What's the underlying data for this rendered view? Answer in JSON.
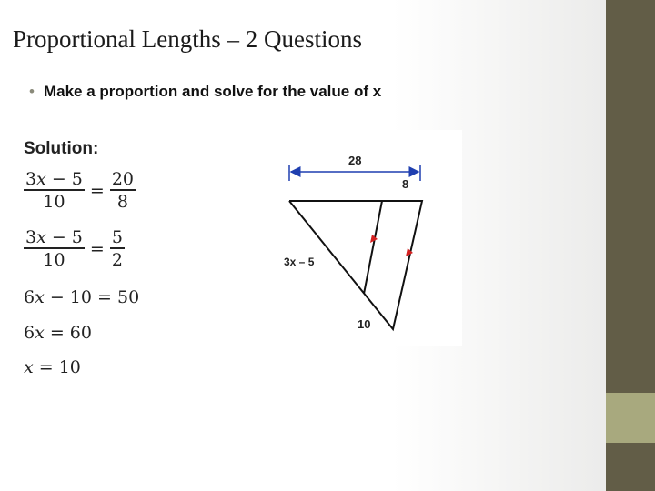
{
  "slide": {
    "title": "Proportional Lengths – 2 Questions",
    "bullet": "•",
    "instruction": "Make a proportion and solve for the value of x"
  },
  "solution": {
    "label": "Solution:",
    "step1": {
      "left_num": "3𝑥 − 5",
      "left_den": "10",
      "eq": "=",
      "right_num": "20",
      "right_den": "8"
    },
    "step2": {
      "left_num": "3𝑥 − 5",
      "left_den": "10",
      "eq": "=",
      "right_num": "5",
      "right_den": "2"
    },
    "step3": "6𝑥 − 10 = 50",
    "step4": "6𝑥 = 60",
    "step5": "𝑥 = 10"
  },
  "diagram": {
    "top_length": "28",
    "top_segment": "8",
    "side_label": "3x – 5",
    "bottom_label": "10",
    "arrow_color": "#1f3fb0",
    "mark_color": "#d42020"
  },
  "theme": {
    "sidebar_dark": "#625d47",
    "sidebar_light": "#a8a97e"
  }
}
